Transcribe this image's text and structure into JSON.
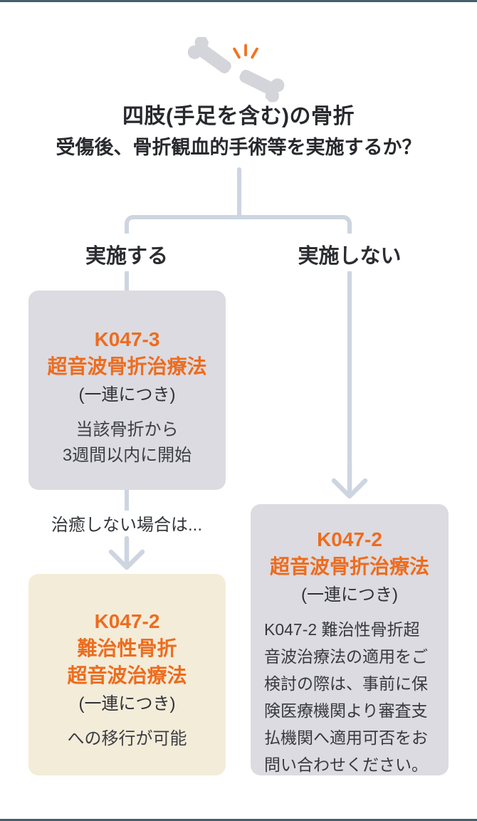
{
  "theme": {
    "accent_bar_color": "#44606a",
    "connector_color": "#cdd5e1",
    "highlight_orange": "#ed6c1e",
    "gray_box_color": "#dcdbe1",
    "cream_box_color": "#f3ecd9"
  },
  "header": {
    "icon": "broken-bone-icon",
    "title": "四肢(手足を含む)の骨折",
    "subtitle": "受傷後、骨折観血的手術等を実施するか？"
  },
  "branch": {
    "left_label": "実施する",
    "right_label": "実施しない"
  },
  "left_flow": {
    "first_box": {
      "code": "K047-3",
      "name": "超音波骨折治療法",
      "unit": "(一連につき)",
      "note_line1": "当該骨折から",
      "note_line2": "3週間以内に開始"
    },
    "transition_label": "治癒しない場合は...",
    "second_box": {
      "code": "K047-2",
      "name_line1": "難治性骨折",
      "name_line2": "超音波治療法",
      "unit": "(一連につき)",
      "note": "への移行が可能"
    }
  },
  "right_flow": {
    "box": {
      "code": "K047-2",
      "name": "超音波骨折治療法",
      "unit": "(一連につき)",
      "note": "K047-2 難治性骨折超音波治療法の適用をご検討の際は、事前に保険医療機関より審査支払機関へ適用可否をお問い合わせください。"
    }
  }
}
